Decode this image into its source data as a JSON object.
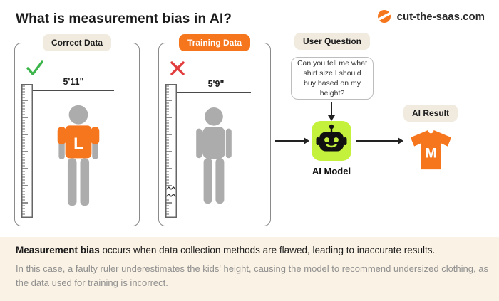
{
  "title": "What is measurement bias in AI?",
  "logo": {
    "text": "cut-the-saas.com"
  },
  "correct_panel": {
    "label": "Correct Data",
    "height_label": "5'11\"",
    "shirt_letter": "L"
  },
  "training_panel": {
    "label": "Training Data",
    "height_label": "5'9\""
  },
  "user_question": {
    "label": "User Question",
    "bubble_text": "Can you tell me what shirt size I should buy based on my height?"
  },
  "ai_model": {
    "label": "AI Model"
  },
  "ai_result": {
    "label": "AI Result",
    "shirt_letter": "M"
  },
  "footer": {
    "lead_bold": "Measurement bias",
    "lead_rest": " occurs when data collection methods are flawed, leading to inaccurate results.",
    "detail": "In this case, a faulty ruler underestimates the kids' height, causing the model to recommend undersized clothing, as the data used for training is incorrect."
  },
  "colors": {
    "orange": "#F6761D",
    "check_green": "#3BB54A",
    "x_red": "#E23D3D",
    "ai_green": "#C4F23C",
    "pill_bg": "#F0EADF",
    "footer_bg": "#FAF2E4",
    "figure_gray": "#ACACAC"
  }
}
